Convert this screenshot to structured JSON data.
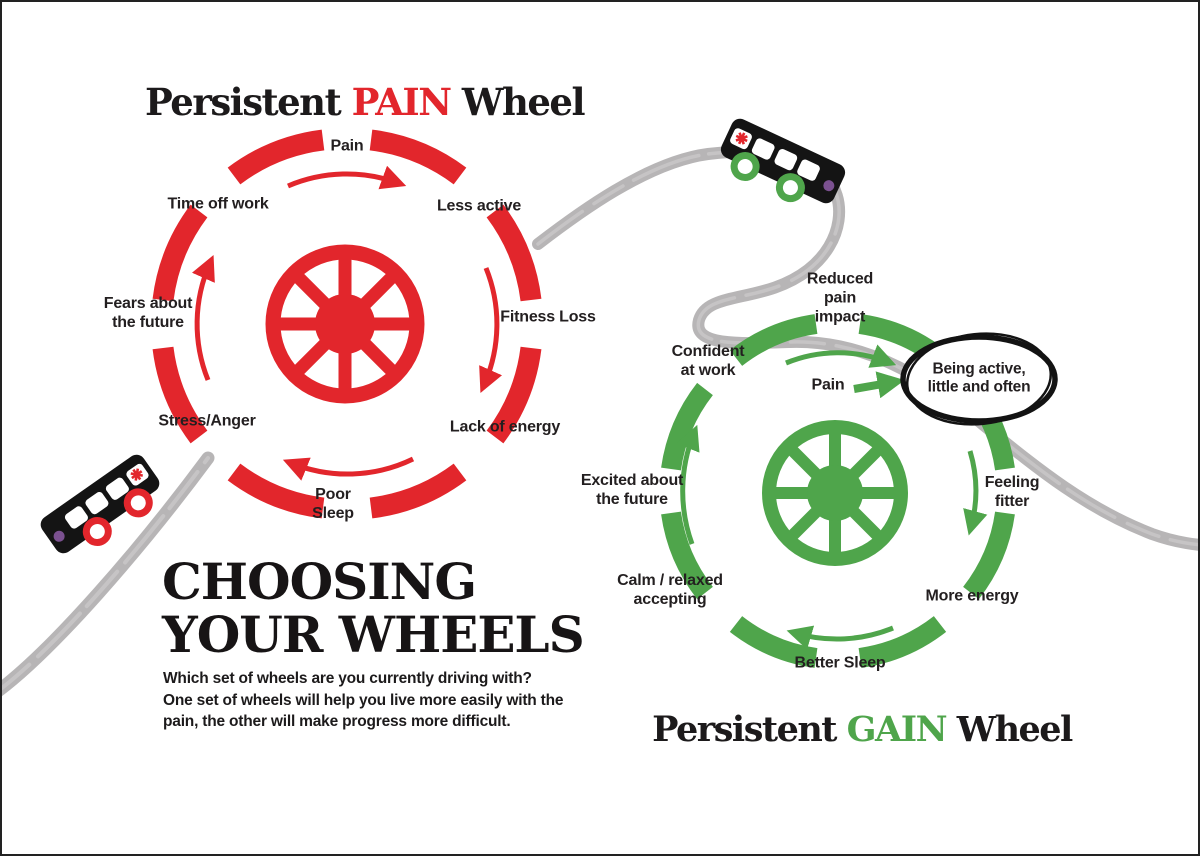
{
  "poster": {
    "center_block": {
      "title_line1": "CHOOSING",
      "title_line2": "YOUR WHEELS",
      "subtitle": "Which set of wheels are you currently driving with?\nOne set of wheels will help you live more easily with the\npain, the other will make progress more difficult."
    },
    "pain_wheel": {
      "title": {
        "prefix": "Persistent ",
        "highlight": "PAIN",
        "suffix": " Wheel"
      },
      "labels": [
        {
          "id": "pain",
          "text": "Pain"
        },
        {
          "id": "less-active",
          "text": "Less active"
        },
        {
          "id": "fitness-loss",
          "text": "Fitness Loss"
        },
        {
          "id": "lack-of-energy",
          "text": "Lack of energy"
        },
        {
          "id": "poor-sleep",
          "text": "Poor\nSleep"
        },
        {
          "id": "stress-anger",
          "text": "Stress/Anger"
        },
        {
          "id": "fears-future",
          "text": "Fears about\nthe future"
        },
        {
          "id": "time-off-work",
          "text": "Time off work"
        }
      ]
    },
    "gain_wheel": {
      "title": {
        "prefix": "Persistent ",
        "highlight": "GAIN",
        "suffix": " Wheel"
      },
      "labels": [
        {
          "id": "reduced-pain-impact",
          "text": "Reduced\npain\nimpact"
        },
        {
          "id": "pain",
          "text": "Pain"
        },
        {
          "id": "being-active",
          "text": "Being active,\nlittle and often"
        },
        {
          "id": "feeling-fitter",
          "text": "Feeling\nfitter"
        },
        {
          "id": "more-energy",
          "text": "More energy"
        },
        {
          "id": "better-sleep",
          "text": "Better Sleep"
        },
        {
          "id": "calm-relaxed",
          "text": "Calm / relaxed\naccepting"
        },
        {
          "id": "excited-future",
          "text": "Excited about\nthe future"
        },
        {
          "id": "confident-at-work",
          "text": "Confident\nat work"
        }
      ]
    },
    "icons": {
      "pain_bus": "bus-icon",
      "gain_bus": "bus-icon",
      "pain_hub": "wagon-wheel-icon",
      "gain_hub": "wagon-wheel-icon",
      "road": "winding-road"
    },
    "colors": {
      "pain_red": "#e2262c",
      "gain_green": "#4fa54b",
      "ink": "#231f20",
      "road_gray": "#b7b5b6",
      "bus_black": "#141414",
      "headlight_purple": "#7b5190"
    }
  }
}
